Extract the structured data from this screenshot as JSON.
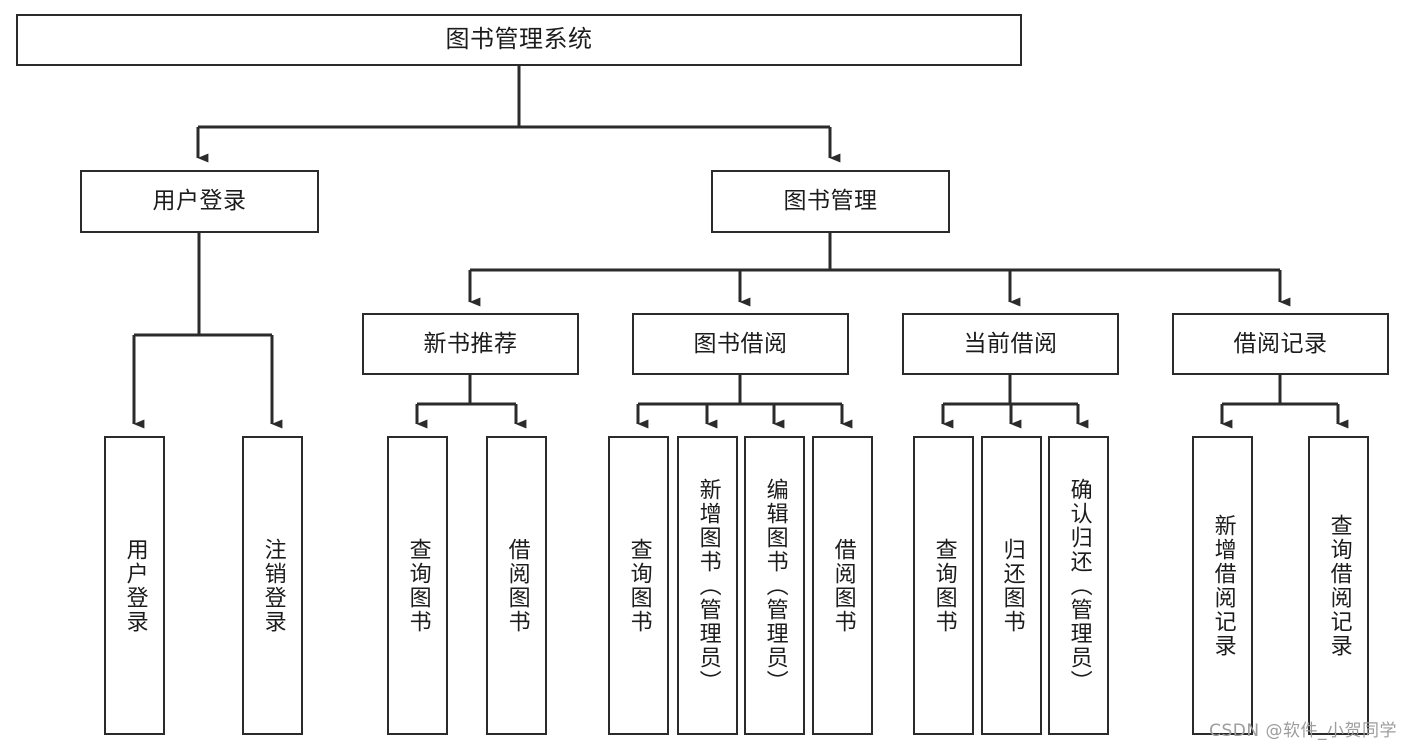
{
  "diagram": {
    "title": "图书管理系统",
    "type": "tree-hierarchy-chart",
    "colors": {
      "box_border": "#2b2b2b",
      "box_fill": "#ffffff",
      "connector": "#2b2b2b",
      "background": "#ffffff",
      "watermark": "#9d9d9d"
    },
    "root": {
      "label": "图书管理系统"
    },
    "level2": [
      {
        "label": "用户登录"
      },
      {
        "label": "图书管理"
      }
    ],
    "level3": [
      {
        "label": "新书推荐"
      },
      {
        "label": "图书借阅"
      },
      {
        "label": "当前借阅"
      },
      {
        "label": "借阅记录"
      }
    ],
    "leaves": {
      "user_login": [
        {
          "label": "用户登录"
        },
        {
          "label": "注销登录"
        }
      ],
      "new_book_recommend": [
        {
          "label": "查询图书"
        },
        {
          "label": "借阅图书"
        }
      ],
      "book_borrow": [
        {
          "label": "查询图书"
        },
        {
          "label": "新增图书（管理员）"
        },
        {
          "label": "编辑图书（管理员）"
        },
        {
          "label": "借阅图书"
        }
      ],
      "current_borrow": [
        {
          "label": "查询图书"
        },
        {
          "label": "归还图书"
        },
        {
          "label": "确认归还（管理员）"
        }
      ],
      "borrow_record": [
        {
          "label": "新增借阅记录"
        },
        {
          "label": "查询借阅记录"
        }
      ]
    },
    "watermark": "CSDN @软件_小贺同学"
  }
}
